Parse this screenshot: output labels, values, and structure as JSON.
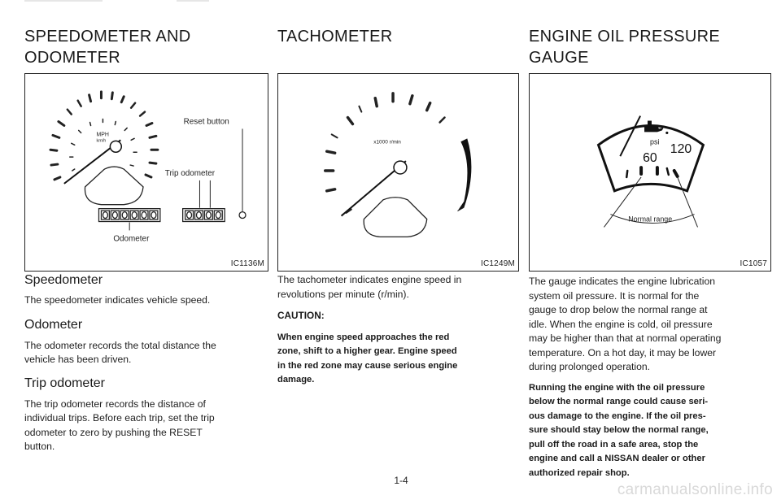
{
  "speedometer_column": {
    "title_line1": "SPEEDOMETER AND",
    "title_line2": "ODOMETER",
    "figure": {
      "mph_label": "MPH",
      "kmh_label": "km/h",
      "reset_label": "Reset button",
      "trip_label": "Trip odometer",
      "odometer_label": "Odometer",
      "code": "IC1136M"
    },
    "speedometer_heading": "Speedometer",
    "speedometer_text": "The speedometer indicates vehicle speed.",
    "odometer_heading": "Odometer",
    "odometer_text_1": "The odometer records the total distance the",
    "odometer_text_2": "vehicle has been driven.",
    "trip_heading": "Trip odometer",
    "trip_text_1": "The trip odometer records the distance of",
    "trip_text_2": "individual trips. Before each trip, set the trip",
    "trip_text_3": "odometer to zero by pushing the RESET",
    "trip_text_4": "button."
  },
  "tachometer_column": {
    "title": "TACHOMETER",
    "figure": {
      "scale_label": "x1000 r/min",
      "code": "IC1249M"
    },
    "text_1": "The tachometer indicates engine speed in",
    "text_2": "revolutions per minute (r/min).",
    "caution_label": "CAUTION:",
    "caution_1": "When engine speed approaches the red",
    "caution_2": "zone, shift to a higher gear. Engine speed",
    "caution_3": "in the red zone may cause serious engine",
    "caution_4": "damage."
  },
  "oil_column": {
    "title_line1": "ENGINE OIL PRESSURE",
    "title_line2": "GAUGE",
    "figure": {
      "unit_label": "psi",
      "value_60": "60",
      "value_120": "120",
      "range_label": "Normal range",
      "code": "IC1057"
    },
    "text_1": "The gauge indicates the engine lubrication",
    "text_2": "system oil pressure. It is normal for the",
    "text_3": "gauge to drop below the normal range at",
    "text_4": "idle. When the engine is cold, oil pressure",
    "text_5": "may be higher than that at normal operating",
    "text_6": "temperature. On a hot day, it may be lower",
    "text_7": "during prolonged operation.",
    "warn_1": "Running the engine with the oil pressure",
    "warn_2": "below the normal range could cause seri-",
    "warn_3": "ous damage to the engine. If the oil pres-",
    "warn_4": "sure should stay below the normal range,",
    "warn_5": "pull off the road in a safe area, stop the",
    "warn_6": "engine and call a NISSAN dealer or other",
    "warn_7": "authorized repair shop."
  },
  "page_number": "1-4",
  "watermark": "carmanualsonline.info"
}
